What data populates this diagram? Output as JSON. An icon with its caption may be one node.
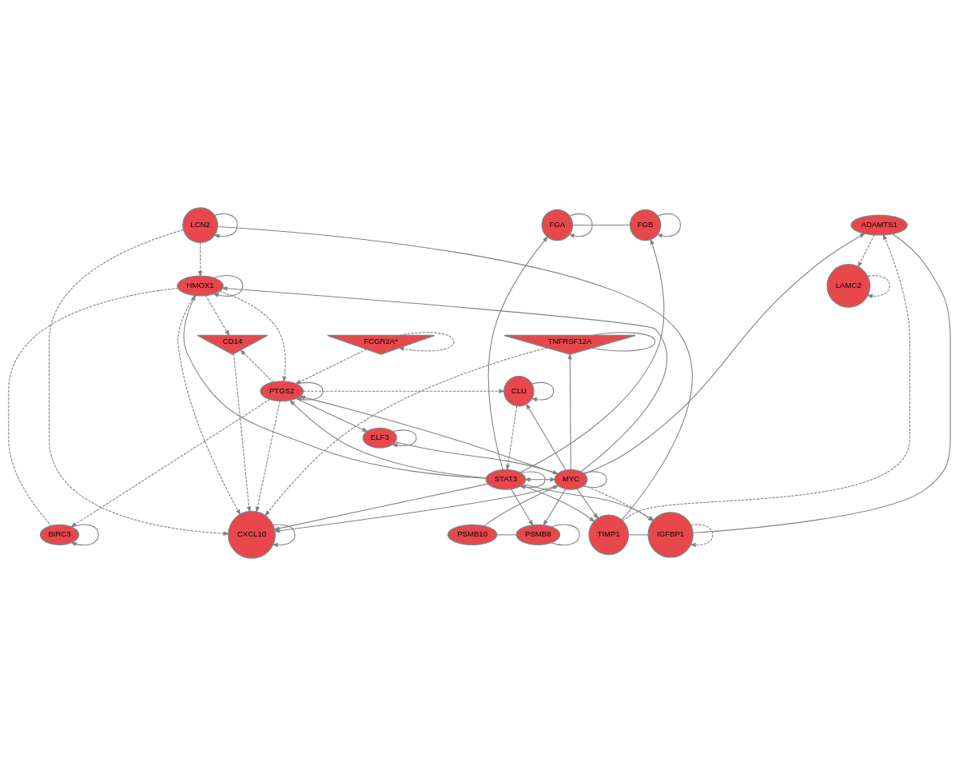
{
  "diagram": {
    "nodes": [
      {
        "text": [
          "CXCL10"
        ]
      },
      {
        "text": [
          "ADAMTS1"
        ]
      },
      {
        "text": [
          "LCN2"
        ]
      },
      {
        "text": [
          "FGA"
        ]
      },
      {
        "text": [
          "FGB"
        ]
      },
      {
        "text": [
          "TIMP1"
        ]
      },
      {
        "text": [
          "LAMC2"
        ]
      },
      {
        "text": [
          "IGFBP1"
        ]
      },
      {
        "text": [
          "TNFRSF12A"
        ]
      },
      {
        "text": [
          "FCGR2A*"
        ]
      },
      {
        "text": [
          "CD14"
        ]
      },
      {
        "text": [
          "PTGS2"
        ]
      },
      {
        "text": [
          "CLU"
        ]
      },
      {
        "text": [
          "BIRC3"
        ]
      },
      {
        "text": [
          "PSMB10"
        ]
      },
      {
        "text": [
          "PSMB8"
        ]
      },
      {
        "text": [
          "HMOX1"
        ]
      },
      {
        "text": [
          "ELF3"
        ]
      },
      {
        "text": [
          "STAT3"
        ]
      },
      {
        "text": [
          "MYC"
        ]
      }
    ],
    "edges": [
      {
        "from": 0,
        "to": 0,
        "arrow": "to"
      },
      {
        "from": 2,
        "to": 2,
        "arrow": "to"
      },
      {
        "from": 3,
        "to": 3,
        "arrow": "to"
      },
      {
        "from": 4,
        "to": 4,
        "arrow": "to"
      },
      {
        "from": 7,
        "to": 7,
        "arrow": "to",
        "style": "dashed"
      },
      {
        "from": 6,
        "to": 6,
        "arrow": "to",
        "style": "dashed"
      },
      {
        "from": 8,
        "to": 8,
        "arrow": "none"
      },
      {
        "from": 9,
        "to": 9,
        "arrow": "to",
        "style": "dashed"
      },
      {
        "from": 11,
        "to": 11,
        "arrow": "to"
      },
      {
        "from": 12,
        "to": 12,
        "arrow": "to"
      },
      {
        "from": 13,
        "to": 13,
        "arrow": "to"
      },
      {
        "from": 16,
        "to": 16,
        "arrow": "to"
      },
      {
        "from": 15,
        "to": 15,
        "arrow": "none"
      },
      {
        "from": 17,
        "to": 17,
        "arrow": "to"
      },
      {
        "from": 18,
        "to": 18,
        "arrow": "to"
      },
      {
        "from": 19,
        "to": 19,
        "arrow": "none"
      },
      {
        "from": 2,
        "to": 0,
        "arrow": "to",
        "style": "dashed"
      },
      {
        "from": 8,
        "to": 0,
        "arrow": "to",
        "style": "dashed"
      },
      {
        "from": 11,
        "to": 0,
        "arrow": "to",
        "style": "dashed"
      },
      {
        "from": 16,
        "to": 0,
        "arrow": "to",
        "style": "dashed"
      },
      {
        "from": 10,
        "to": 0,
        "arrow": "to",
        "style": "dashed"
      },
      {
        "from": 18,
        "to": 0,
        "arrow": "to"
      },
      {
        "from": 19,
        "to": 0,
        "arrow": "to"
      },
      {
        "from": 1,
        "to": 6,
        "arrow": "to",
        "style": "dashed"
      },
      {
        "from": 5,
        "to": 1,
        "arrow": "to",
        "style": "dashed"
      },
      {
        "from": 5,
        "to": 2,
        "arrow": "none"
      },
      {
        "from": 1,
        "to": 7,
        "arrow": "none"
      },
      {
        "from": 5,
        "to": 7,
        "arrow": "none"
      },
      {
        "from": 3,
        "to": 4,
        "arrow": "none"
      },
      {
        "from": 11,
        "to": 10,
        "arrow": "to",
        "style": "dashed"
      },
      {
        "from": 16,
        "to": 10,
        "arrow": "to",
        "style": "dashed"
      },
      {
        "from": 9,
        "to": 11,
        "arrow": "to",
        "style": "dashed"
      },
      {
        "from": 2,
        "to": 16,
        "arrow": "to",
        "style": "dashed"
      },
      {
        "from": 18,
        "to": 3,
        "arrow": "to"
      },
      {
        "from": 18,
        "to": 7,
        "arrow": "to"
      },
      {
        "from": 18,
        "to": 4,
        "arrow": "to"
      },
      {
        "from": 18,
        "to": 5,
        "arrow": "to"
      },
      {
        "from": 18,
        "to": 11,
        "arrow": "to"
      },
      {
        "from": 18,
        "to": 16,
        "arrow": "to"
      },
      {
        "from": 18,
        "to": 15,
        "arrow": "to"
      },
      {
        "from": 11,
        "to": 17,
        "arrow": "to"
      },
      {
        "from": 12,
        "to": 18,
        "arrow": "to",
        "style": "dashed"
      },
      {
        "from": 11,
        "to": 12,
        "arrow": "to",
        "style": "dashed"
      },
      {
        "from": 19,
        "to": 12,
        "arrow": "to"
      },
      {
        "from": 19,
        "to": 7,
        "arrow": "to",
        "style": "dashed"
      },
      {
        "from": 19,
        "to": 15,
        "arrow": "to"
      },
      {
        "from": 14,
        "to": 15,
        "arrow": "none"
      },
      {
        "from": 19,
        "to": 1,
        "arrow": "to"
      },
      {
        "from": 19,
        "to": 5,
        "arrow": "to"
      },
      {
        "from": 19,
        "to": 8,
        "arrow": "to"
      },
      {
        "from": 19,
        "to": 11,
        "arrow": "to"
      },
      {
        "from": 19,
        "to": 16,
        "arrow": "to"
      },
      {
        "from": 11,
        "to": 13,
        "arrow": "to",
        "style": "dashed"
      },
      {
        "from": 16,
        "to": 11,
        "arrow": "to",
        "style": "dashed"
      },
      {
        "from": 16,
        "to": 13,
        "arrow": "none",
        "style": "dashed"
      },
      {
        "from": 17,
        "to": 19,
        "arrow": "to"
      },
      {
        "from": 18,
        "to": 19,
        "arrow": "both"
      },
      {
        "from": 14,
        "to": 19,
        "arrow": "to"
      }
    ]
  }
}
